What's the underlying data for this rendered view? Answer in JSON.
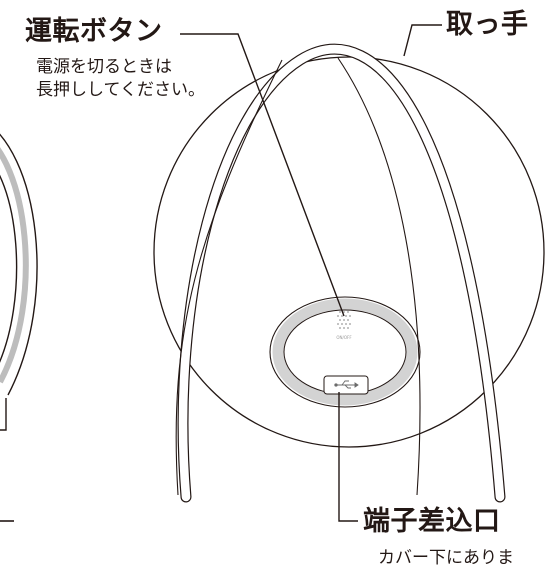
{
  "labels": {
    "power_button": {
      "title": "運転ボタン",
      "description_lines": [
        "電源を切るときは",
        "長押ししてください。"
      ]
    },
    "handle": {
      "title": "取っ手"
    },
    "port": {
      "title": "端子差込口",
      "description": "カバー下にありま"
    }
  },
  "device_markings": {
    "power_button_text": "ON/OFF"
  },
  "icons": [
    "usb-icon",
    "speaker-grille-icon"
  ],
  "colors": {
    "outline": "#231815",
    "ring": "#cfcfcf",
    "body_fill": "#ffffff",
    "leader_line": "#231815"
  }
}
